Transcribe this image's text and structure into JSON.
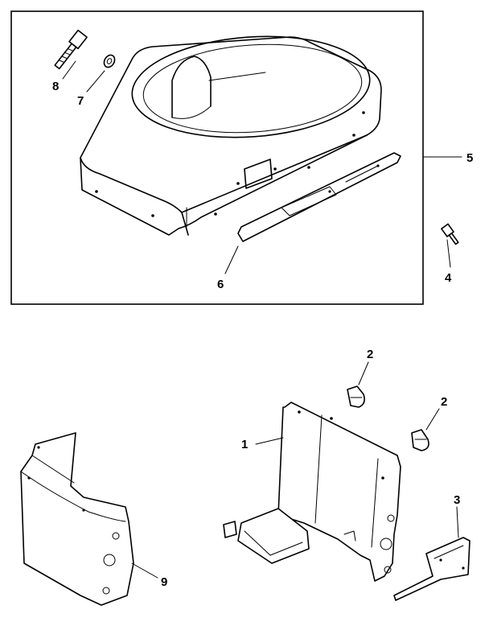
{
  "callouts": {
    "c1": "1",
    "c2a": "2",
    "c2b": "2",
    "c3": "3",
    "c4": "4",
    "c5": "5",
    "c6": "6",
    "c7": "7",
    "c8": "8",
    "c9": "9"
  }
}
